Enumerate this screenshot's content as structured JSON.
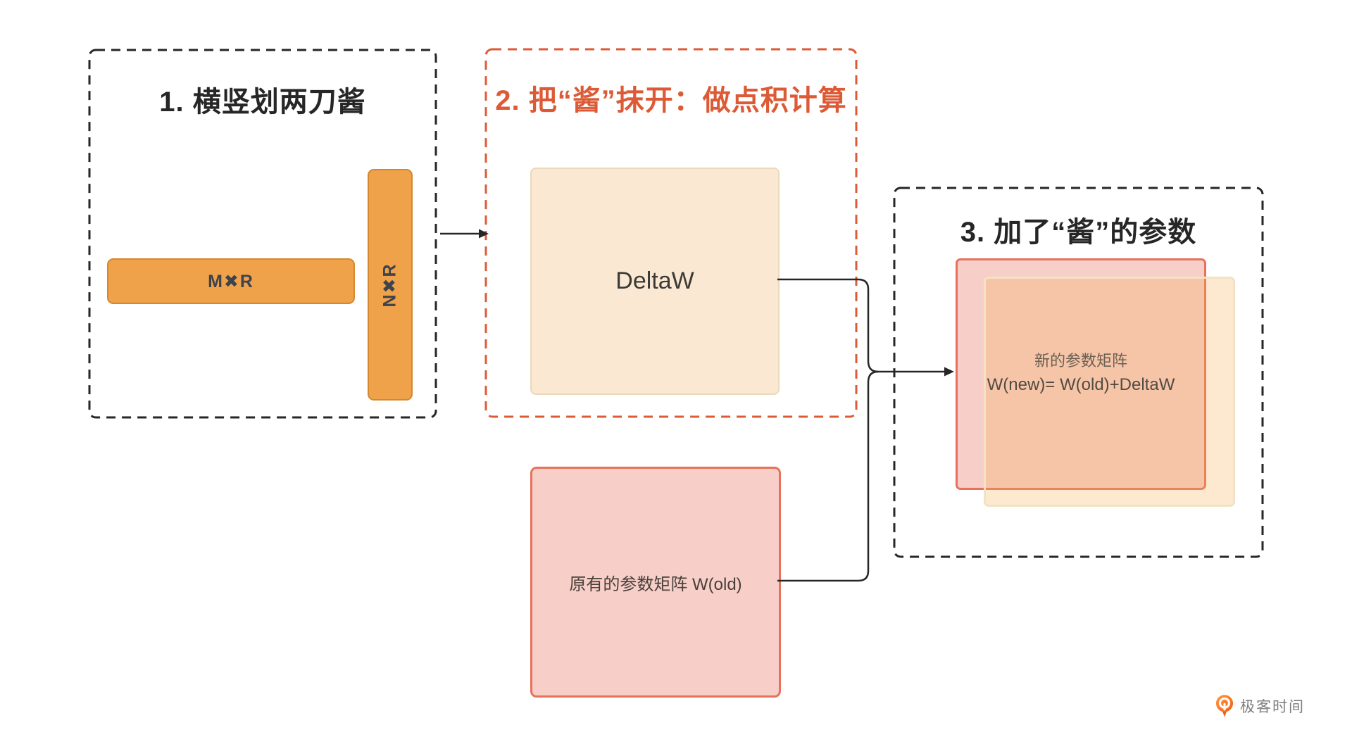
{
  "panel1": {
    "title": "1. 横竖划两刀酱",
    "h_bar_label": "M✖R",
    "v_bar_label": "N✖R"
  },
  "panel2": {
    "title": "2. 把“酱”抹开：做点积计算",
    "delta_box_label": "DeltaW"
  },
  "panel3": {
    "title": "3. 加了“酱”的参数",
    "new_matrix_caption": "新的参数矩阵",
    "new_matrix_formula": "W(new)= W(old)+DeltaW"
  },
  "old_matrix": {
    "label": "原有的参数矩阵 W(old)"
  },
  "logo": {
    "brand": "极客时间"
  },
  "colors": {
    "ink": "#262626",
    "accent": "#DC5B36",
    "bar-fill": "#F0A24B",
    "bar-border": "#D4872F",
    "bar-text": "#3E434C",
    "cream-fill": "#FAE8D3",
    "cream-border": "#EBD9BC",
    "pink-fill": "#F7CEC8",
    "pink-border": "#E8715B",
    "overlay-fill": "rgba(244,176,86,0.28)",
    "overlay-border": "#F2E3C4",
    "delta-text": "#3B3A37",
    "label-dark": "#494039",
    "caption": "#6B6052",
    "formula": "#524B42",
    "logo-gray": "#7E7E7E",
    "logo-orange-1": "#FF9A45",
    "logo-orange-2": "#F05F13"
  }
}
